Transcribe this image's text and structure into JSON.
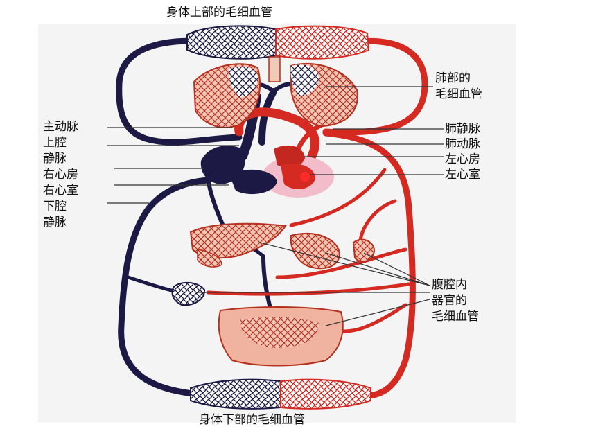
{
  "labels": {
    "top_capillaries": "身体上部的毛细血管",
    "bottom_capillaries": "身体下部的毛细血管",
    "lung_capillaries_line1": "肺部的",
    "lung_capillaries_line2": "毛细血管",
    "aorta": "主动脉",
    "superior_vena_cava_line1": "上腔",
    "superior_vena_cava_line2": "静脉",
    "right_atrium": "右心房",
    "right_ventricle": "右心室",
    "inferior_vena_cava_line1": "下腔",
    "inferior_vena_cava_line2": "静脉",
    "pulmonary_vein": "肺静脉",
    "pulmonary_artery": "肺动脉",
    "left_atrium": "左心房",
    "left_ventricle": "左心室",
    "abdominal_capillaries_line1": "腹腔内",
    "abdominal_capillaries_line2": "器官的",
    "abdominal_capillaries_line3": "毛细血管"
  },
  "colors": {
    "venous": "#1c1a45",
    "arterial": "#d42a22",
    "organ": "#e8a58e",
    "background_panel": "#f4f4f4"
  }
}
